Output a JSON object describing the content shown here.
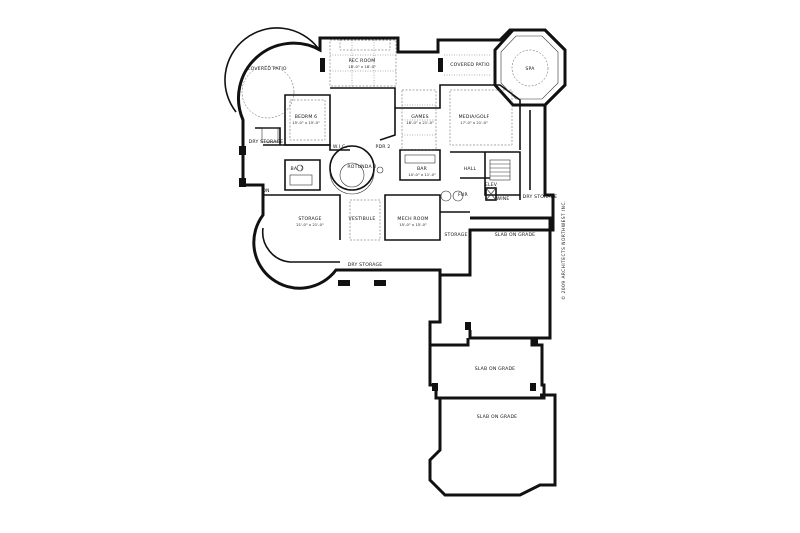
{
  "rooms": {
    "covered_patio_left": {
      "name": "COVERED PATIO"
    },
    "rec_room": {
      "name": "REC ROOM",
      "dims": "18'-0\" x 18'-0\""
    },
    "covered_patio_right": {
      "name": "COVERED PATIO"
    },
    "spa": {
      "name": "SPA"
    },
    "bedroom": {
      "name": "BEDRM 6",
      "dims": "15'-0\" x 15'-0\""
    },
    "games": {
      "name": "GAMES",
      "dims": "18'-0\" x 21'-0\""
    },
    "media_golf": {
      "name": "MEDIA/GOLF",
      "dims": "17'-0\" x 21'-0\""
    },
    "dry_storage_left": {
      "name": "DRY STORAGE"
    },
    "wic": {
      "name": "W.I.C."
    },
    "pdr": {
      "name": "PDR 2"
    },
    "rotunda": {
      "name": "ROTUNDA 2"
    },
    "bar": {
      "name": "BAR",
      "dims": "10'-0\" x 11'-0\""
    },
    "hall": {
      "name": "HALL"
    },
    "bath": {
      "name": "BA. 7"
    },
    "dn": {
      "name": "DN"
    },
    "storage_left": {
      "name": "STORAGE",
      "dims": "21'-0\" x 21'-0\""
    },
    "vestibule": {
      "name": "VESTIBULE"
    },
    "mech_room": {
      "name": "MECH ROOM",
      "dims": "15'-0\" x 15'-0\""
    },
    "wine": {
      "name": "WINE"
    },
    "fur": {
      "name": "FUR"
    },
    "dry_storage_right": {
      "name": "DRY STORAGE"
    },
    "storage_right": {
      "name": "STORAGE"
    },
    "dry_storage_bottom": {
      "name": "DRY STORAGE"
    },
    "slab_1": {
      "name": "SLAB ON GRADE"
    },
    "slab_2": {
      "name": "SLAB ON GRADE"
    },
    "slab_3": {
      "name": "SLAB ON GRADE"
    },
    "elev": {
      "name": "ELEV"
    }
  },
  "copyright": "© 2009 ARCHITECTS NORTHWEST INC."
}
